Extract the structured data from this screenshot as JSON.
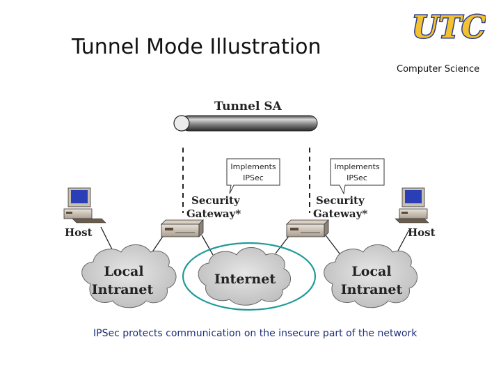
{
  "slide": {
    "title": "Tunnel Mode Illustration",
    "department": "Computer Science",
    "logo_text": "UTC",
    "caption": "IPSec protects communication on the insecure part of the network"
  },
  "diagram": {
    "tunnel_label": "Tunnel SA",
    "callout_left": [
      "Implements",
      "IPSec"
    ],
    "callout_right": [
      "Implements",
      "IPSec"
    ],
    "gateway_left": [
      "Security",
      "Gateway*"
    ],
    "gateway_right": [
      "Security",
      "Gateway*"
    ],
    "host_left": "Host",
    "host_right": "Host",
    "cloud_left": [
      "Local",
      "Intranet"
    ],
    "cloud_center": "Internet",
    "cloud_right": [
      "Local",
      "Intranet"
    ]
  },
  "colors": {
    "logo_fill": "#f2c230",
    "logo_outline": "#2b3a8f",
    "internet_ellipse": "#1f9a9a",
    "caption_text": "#1d2f78"
  }
}
